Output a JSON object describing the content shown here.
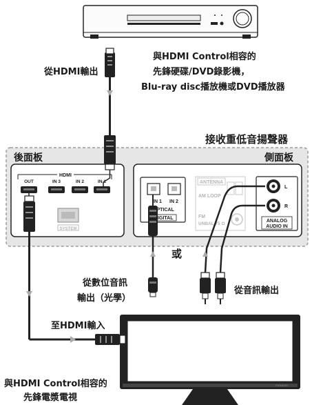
{
  "labels": {
    "hdmi_out_from": "從HDMI輸出",
    "recorder_line1": "與HDMI Control相容的",
    "recorder_line2": "先鋒硬碟/DVD錄影機，",
    "recorder_line3": "Blu-ray disc播放機或DVD播放器",
    "receiver_title": "接收重低音揚聲器",
    "rear_panel": "後面板",
    "side_panel": "側面板",
    "or": "或",
    "digital_line1": "從數位音訊",
    "digital_line2": "輸出（光學）",
    "audio_out_from": "從音訊輸出",
    "hdmi_in_to": "至HDMI輸入",
    "tv_line1": "與HDMI Control相容的",
    "tv_line2": "先鋒電漿電視"
  },
  "rear_panel": {
    "hdmi_header": "HDMI",
    "ports": [
      "OUT",
      "IN 3",
      "IN 2",
      "IN 1"
    ],
    "system_label": "SYSTEM"
  },
  "side_panel": {
    "antenna": "ANTENNA",
    "am_loop": "AM LOOP",
    "fm": "FM",
    "fm_unbal": "UNBAL 75 Ω",
    "optical_in1": "IN 1",
    "optical_in2": "IN 2",
    "optical": "OPTICAL",
    "digital": "DIGITAL",
    "analog_l": "L",
    "analog_r": "R",
    "analog_line1": "ANALOG",
    "analog_line2": "AUDIO IN"
  },
  "tv_brand": "PIONEER",
  "colors": {
    "arrow": "#aaaaaa",
    "panel_dash": "#9a9a9a",
    "panel_fill": "#e6e6e6"
  }
}
